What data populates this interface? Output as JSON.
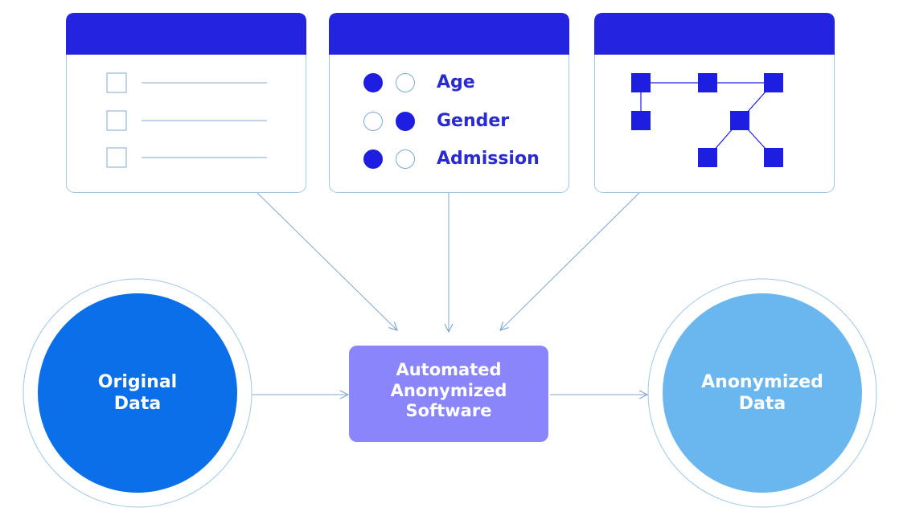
{
  "colors": {
    "panel_header": "#2323E0",
    "panel_border": "#9FC7E6",
    "connector": "#7FA8CF",
    "node_square": "#1E1EE0",
    "original_fill": "#0A6FE8",
    "anonymized_fill": "#6AB7F0",
    "software_fill": "#8A85FB",
    "label_text": "#2A2AD3"
  },
  "panels": {
    "checklist": {
      "rows": 3
    },
    "attributes": {
      "items": [
        {
          "label": "Age",
          "first_filled": true,
          "second_filled": false
        },
        {
          "label": "Gender",
          "first_filled": false,
          "second_filled": true
        },
        {
          "label": "Admission",
          "first_filled": true,
          "second_filled": false
        }
      ]
    },
    "graph": {
      "node_count": 7
    }
  },
  "nodes": {
    "original": {
      "label": "Original\nData"
    },
    "software": {
      "label": "Automated\nAnonymized\nSoftware"
    },
    "anonymized": {
      "label": "Anonymized\nData"
    }
  }
}
